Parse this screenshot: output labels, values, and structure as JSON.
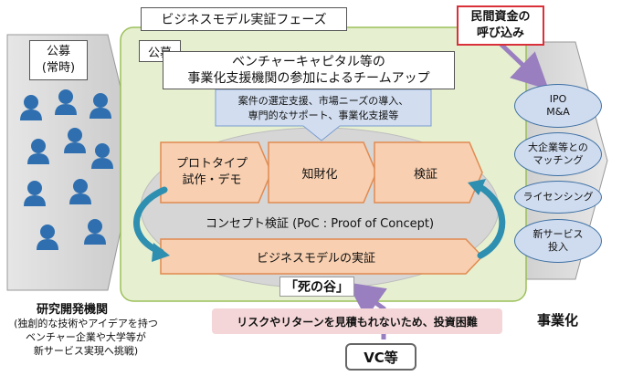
{
  "phase_title": "ビジネスモデル実証フェーズ",
  "public_offering_left": [
    "公募",
    "(常時)"
  ],
  "public_offering_inner": "公募",
  "team_up": [
    "ベンチャーキャピタル等の",
    "事業化支援機関の参加によるチームアップ"
  ],
  "support_desc": [
    "案件の選定支援、市場ニーズの導入、",
    "専門的なサポート、事業化支援等"
  ],
  "stages": [
    {
      "label": [
        "プロトタイプ",
        "試作・デモ"
      ]
    },
    {
      "label": [
        "知財化"
      ]
    },
    {
      "label": [
        "検証"
      ]
    }
  ],
  "poc_label": "コンセプト検証 (PoC : Proof of Concept)",
  "business_model_label": "ビジネスモデルの実証",
  "valley_label": "「死の谷」",
  "private_funds": [
    "民間資金の",
    "呼び込み"
  ],
  "exits": [
    {
      "label": [
        "IPO",
        "M&A"
      ]
    },
    {
      "label": [
        "大企業等との",
        "マッチング"
      ]
    },
    {
      "label": [
        "ライセンシング"
      ]
    },
    {
      "label": [
        "新サービス",
        "投入"
      ]
    }
  ],
  "research_institutions": {
    "title": "研究開発機関",
    "desc": [
      "(独創的な技術やアイデアを持つ",
      "ベンチャー企業や大学等が",
      "新サービス実現へ挑戦)"
    ]
  },
  "risk_note": "リスクやリターンを見積もれないため、投資困難",
  "vc_label": "VC等",
  "commercialization": "事業化",
  "colors": {
    "green_panel": "#e6f0d0",
    "green_border": "#9cbf5a",
    "orange_fill": "#f8cfb0",
    "orange_border": "#e08a50",
    "gray_arrow": "#d9d9d9",
    "blue_person": "#2f6fb0",
    "teal_arrow": "#2e8fb0",
    "red_border": "#d9303a",
    "purple_arrow": "#9a7fc0",
    "pink_fill": "#f4d6d8",
    "blue_callout": "#d2def0"
  }
}
